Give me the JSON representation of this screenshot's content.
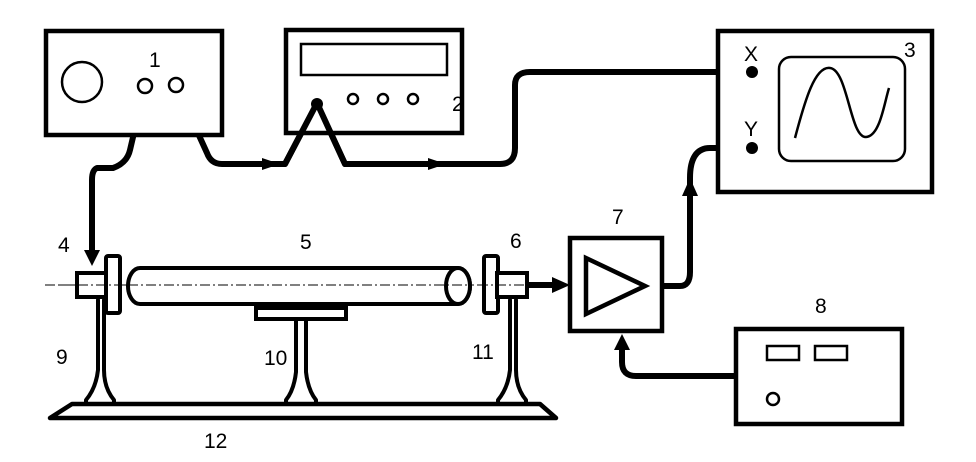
{
  "labels": {
    "generator": "1",
    "frequency_meter": "2",
    "oscilloscope": "3",
    "exciter": "4",
    "rod": "5",
    "receiver": "6",
    "amplifier": "7",
    "power_supply": "8",
    "left_support": "9",
    "middle_support": "10",
    "right_support": "11",
    "base": "12"
  },
  "oscilloscope": {
    "x_input": "X",
    "y_input": "Y"
  }
}
